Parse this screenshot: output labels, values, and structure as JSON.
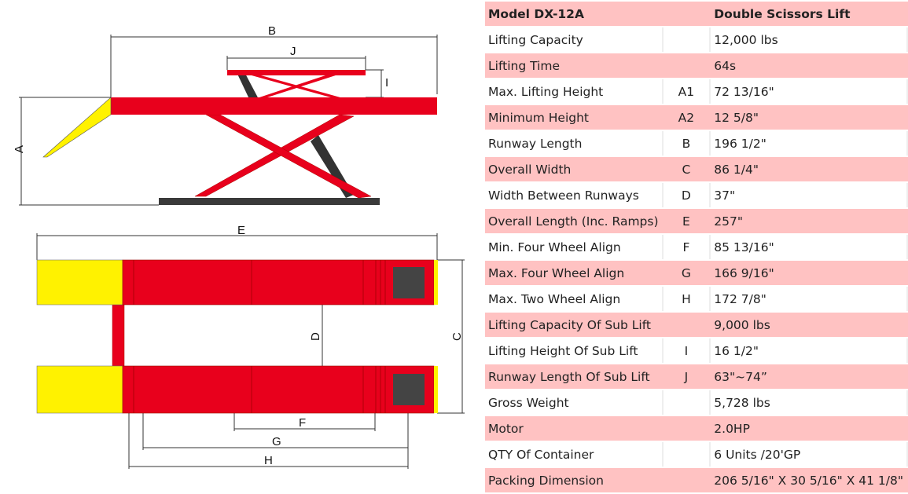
{
  "diagram": {
    "labels": {
      "A": "A",
      "B": "B",
      "C": "C",
      "D": "D",
      "E": "E",
      "F": "F",
      "G": "G",
      "H": "H",
      "I": "I",
      "J": "J"
    },
    "colors": {
      "platform": "#e8001c",
      "ramp": "#fff200",
      "base": "#3a3a3a"
    }
  },
  "table": {
    "header": {
      "name": "Model DX-12A",
      "code": "",
      "value": "Double Scissors Lift"
    },
    "rows": [
      {
        "name": "Lifting Capacity",
        "code": "",
        "value": "12,000 lbs"
      },
      {
        "name": "Lifting Time",
        "code": "",
        "value": "64s"
      },
      {
        "name": "Max. Lifting Height",
        "code": "A1",
        "value": "72 13/16\""
      },
      {
        "name": "Minimum Height",
        "code": "A2",
        "value": "12 5/8\""
      },
      {
        "name": "Runway Length",
        "code": "B",
        "value": "196 1/2\""
      },
      {
        "name": "Overall Width",
        "code": "C",
        "value": "86 1/4\""
      },
      {
        "name": "Width Between Runways",
        "code": "D",
        "value": "37\""
      },
      {
        "name": "Overall Length (Inc. Ramps)",
        "code": "E",
        "value": "257\""
      },
      {
        "name": "Min. Four Wheel Align",
        "code": "F",
        "value": "85 13/16\""
      },
      {
        "name": "Max. Four Wheel Align",
        "code": "G",
        "value": "166 9/16\""
      },
      {
        "name": "Max. Two Wheel Align",
        "code": "H",
        "value": "172 7/8\""
      },
      {
        "name": "Lifting Capacity Of Sub Lift",
        "code": "",
        "value": "9,000 lbs"
      },
      {
        "name": "Lifting Height Of Sub Lift",
        "code": "I",
        "value": "16 1/2\""
      },
      {
        "name": "Runway Length Of Sub Lift",
        "code": "J",
        "value": "63\"~74”"
      },
      {
        "name": "Gross Weight",
        "code": "",
        "value": "5,728 lbs"
      },
      {
        "name": "Motor",
        "code": "",
        "value": "2.0HP"
      },
      {
        "name": "QTY Of Container",
        "code": "",
        "value": "6 Units /20'GP"
      },
      {
        "name": "Packing Dimension",
        "code": "",
        "value": "206 5/16\" X 30 5/16\" X 41 1/8\""
      }
    ]
  }
}
